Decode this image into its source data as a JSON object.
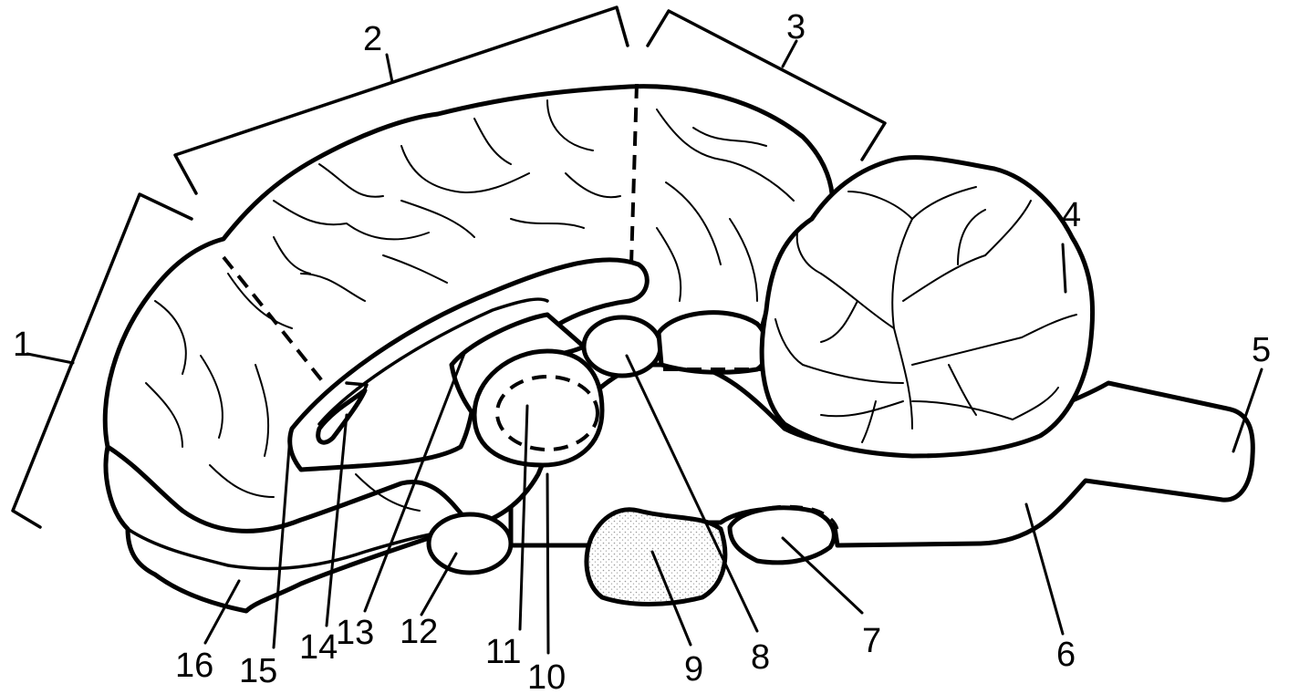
{
  "labels": {
    "n1": "1",
    "n2": "2",
    "n3": "3",
    "n4": "4",
    "n5": "5",
    "n6": "6",
    "n7": "7",
    "n8": "8",
    "n9": "9",
    "n10": "10",
    "n11": "11",
    "n12": "12",
    "n13": "13",
    "n14": "14",
    "n15": "15",
    "n16": "16"
  },
  "colors": {
    "stroke": "#000000",
    "background": "#ffffff",
    "shade": "#d9d9d9"
  }
}
